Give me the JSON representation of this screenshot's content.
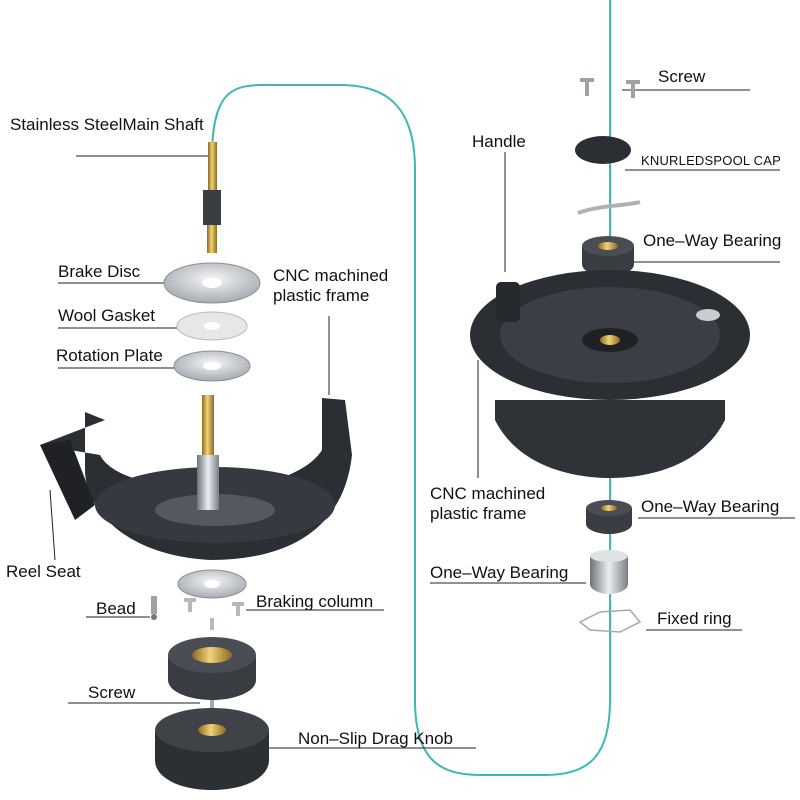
{
  "labels": {
    "main_shaft": "Stainless SteelMain Shaft",
    "brake_disc": "Brake Disc",
    "cnc_frame_left": "CNC machined plastic frame",
    "wool_gasket": "Wool Gasket",
    "rotation_plate": "Rotation Plate",
    "reel_seat": "Reel Seat",
    "bead": "Bead",
    "braking_column": "Braking column",
    "screw_left": "Screw",
    "drag_knob": "Non–Slip Drag Knob",
    "screw_right": "Screw",
    "handle": "Handle",
    "spool_cap": "KNURLEDSPOOL CAP",
    "oneway_bearing_1": "One–Way Bearing",
    "cnc_frame_right": "CNC machined plastic frame",
    "oneway_bearing_2": "One–Way Bearing",
    "oneway_bearing_3": "One–Way Bearing",
    "fixed_ring": "Fixed ring"
  },
  "colors": {
    "line_teal": "#3fb8b0",
    "part_black": "#2b2e33",
    "brass": "#c8a24a",
    "steel": "#c9ccd0"
  }
}
